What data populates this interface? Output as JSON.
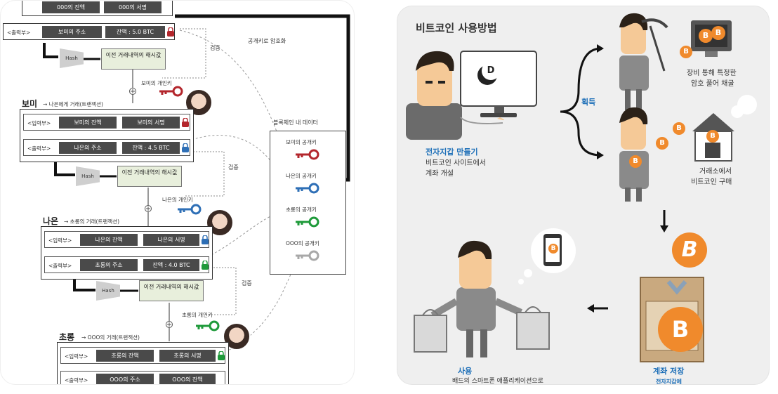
{
  "left": {
    "top": {
      "left_tag": "<출력부>",
      "cell_address": "보미의 주소",
      "cell_balance": "잔액 : 5.0 BTC",
      "partial_a": "000의 잔액",
      "partial_b": "000의 서명"
    },
    "hash_label": "Hash",
    "prev_hash": "이전 거래내역의 해시값",
    "label_verify": "검증",
    "label_public": "공개키로 암호화",
    "bomi": {
      "name": "보미",
      "suffix": "→ 나은에게 거래(트랜잭션)",
      "privkey": "보미의 개인키",
      "in_tag": "<입력부>",
      "in_a": "보미의 잔액",
      "in_b": "보미의 서명",
      "out_tag": "<출력부>",
      "out_a": "나은의 주소",
      "out_b": "잔액 : 4.5 BTC"
    },
    "naeun": {
      "name": "나은",
      "suffix": "→ 초롱의 거래(트랜잭션)",
      "privkey": "나은의 개인키",
      "in_tag": "<입력부>",
      "in_a": "나은의 잔액",
      "in_b": "나은의 서명",
      "out_tag": "<출력부>",
      "out_a": "초롱의 주소",
      "out_b": "잔액 : 4.0 BTC"
    },
    "chorong": {
      "name": "초롱",
      "suffix": "→ OOO의 거래(트랜잭션)",
      "privkey": "초롱의 개인키",
      "in_tag": "<입력부>",
      "in_a": "초롱의 잔액",
      "in_b": "초롱의 서명",
      "out_tag": "<출력부>",
      "out_a": "OOO의 주소",
      "out_b": "OOO의 잔액"
    },
    "blockchain": {
      "title": "블록체인 내 데이터",
      "k1": "보미의 공개키",
      "k2": "나은의 공개키",
      "k3": "초롱의 공개키",
      "k4": "OOO의 공개키"
    },
    "colors": {
      "bomi": "#b3262c",
      "naeun": "#2e6fb6",
      "chorong": "#1e9a3a",
      "ooo": "#a8a8a8"
    }
  },
  "right": {
    "title": "비트코인 사용방법",
    "monitor_logo": "D",
    "wallet_title": "전자지갑 만들기",
    "wallet_desc": [
      "비트코인 사이트에서",
      "계좌 개설"
    ],
    "acquire": "획득",
    "mining_desc": [
      "장비 통해 특정한",
      "암호 풀어 채굴"
    ],
    "exchange_desc": [
      "거래소에서",
      "비트코인 구매"
    ],
    "coin_letter": "B",
    "big_coin": "B",
    "box_coin": "B",
    "store_label": "계좌 저장",
    "store_sub": "전자지갑에",
    "use_label": "사용",
    "use_sub": "배드의 스마트폰 애플리케이션으로",
    "colors": {
      "accent": "#1d6fb8",
      "coin": "#f08a2c"
    }
  }
}
